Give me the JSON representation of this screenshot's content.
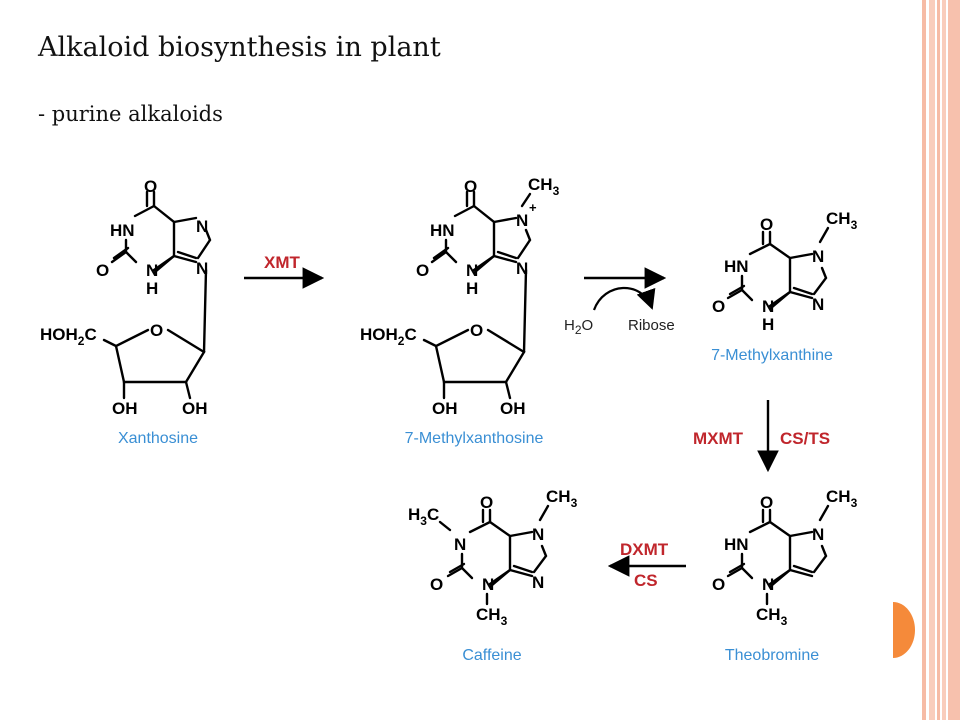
{
  "slide": {
    "title": "Alkaloid biosynthesis in plant",
    "subtitle": "- purine alkaloids"
  },
  "compounds": {
    "xanthosine": "Xanthosine",
    "methylxanthosine": "7-Methylxanthosine",
    "methylxanthine": "7-Methylxanthine",
    "theobromine": "Theobromine",
    "caffeine": "Caffeine"
  },
  "enzymes": {
    "step1": "XMT",
    "step3_left": "MXMT",
    "step3_right": "CS/TS",
    "step4_top": "DXMT",
    "step4_bottom": "CS"
  },
  "reagents": {
    "water": "H2O",
    "ribose": "Ribose"
  },
  "colors": {
    "compound_label": "#3a8fd4",
    "enzyme_label": "#c0262c",
    "border_accent": "#f6bba5",
    "nav_button": "#f58a3a"
  },
  "icons": {
    "nav": "next-slide-semicircle"
  }
}
